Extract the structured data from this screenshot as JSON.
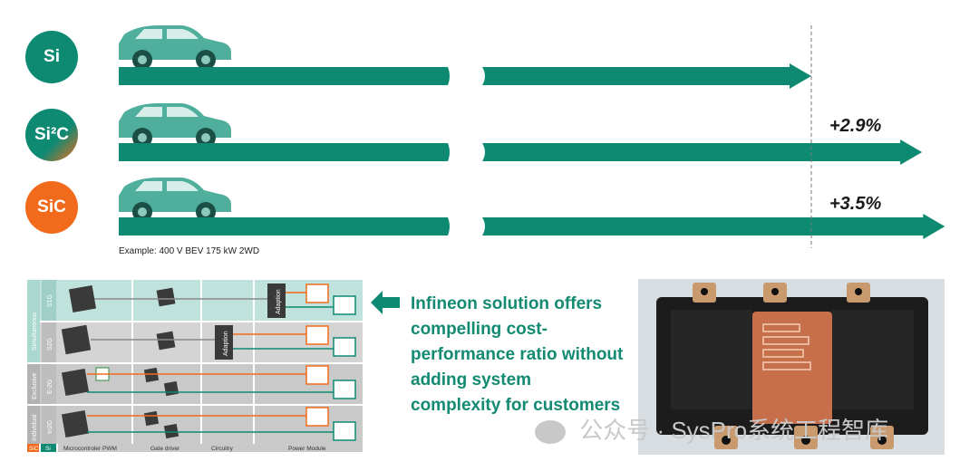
{
  "colors": {
    "teal": "#0e8a73",
    "orange": "#f26b1d",
    "car": "#4fae9c",
    "photo_bg": "#d8dde2"
  },
  "technologies": [
    {
      "label": "Si",
      "gain": ""
    },
    {
      "label": "Si²C",
      "gain": "+2.9%"
    },
    {
      "label": "SiC",
      "gain": "+3.5%"
    }
  ],
  "range_values": [
    1.0,
    1.029,
    1.035
  ],
  "example_caption": "Example: 400 V BEV 175 kW 2WD",
  "diagram": {
    "rows": [
      {
        "group": "Simultaneous",
        "code": "S1G",
        "module": "Adaption"
      },
      {
        "group": "Simultaneous",
        "code": "S2G",
        "module": "Adaption"
      },
      {
        "group": "Exclusive",
        "code": "E-2G",
        "module": ""
      },
      {
        "group": "Individual",
        "code": "In2G",
        "module": ""
      }
    ],
    "columns": [
      "Microcontroler PWM",
      "Gate driver",
      "Circuitry",
      "Power Module"
    ],
    "legend": [
      "SiC",
      "Si"
    ]
  },
  "solution_text": "Infineon solution offers compelling cost-performance ratio without adding system complexity for customers",
  "watermark": "公众号 · SysPro系统工程智库",
  "icons": [
    "car-icon",
    "left-arrow-icon",
    "chip-icon",
    "power-module-photo",
    "wechat-icon"
  ]
}
